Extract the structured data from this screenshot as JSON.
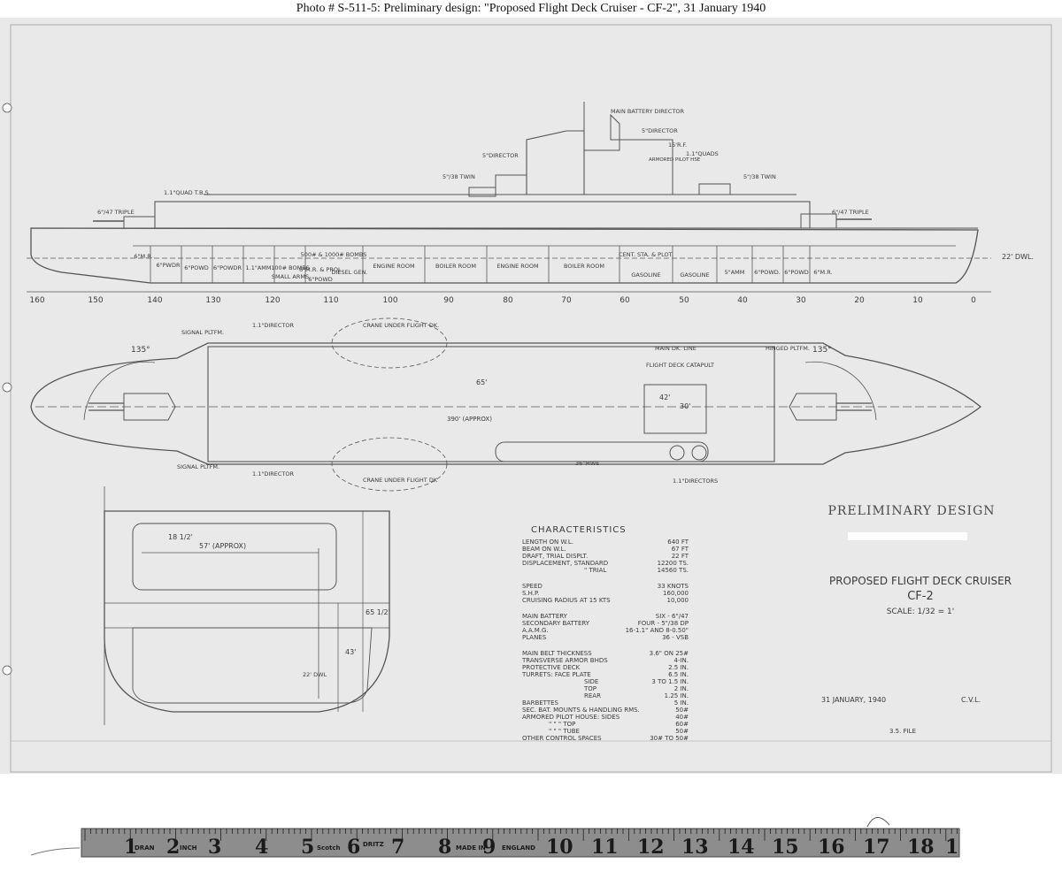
{
  "caption": "Photo # S-511-5:   Preliminary design:  \"Proposed Flight Deck Cruiser - CF-2\", 31 January 1940",
  "title_block": {
    "heading": "PRELIMINARY DESIGN",
    "title": "PROPOSED FLIGHT DECK CRUISER",
    "designation": "CF-2",
    "scale": "SCALE: 1/32 = 1'",
    "date": "31 JANUARY, 1940",
    "initials": "C.V.L.",
    "file_note": "3.5. FILE"
  },
  "profile": {
    "stations": [
      "160",
      "150",
      "140",
      "130",
      "120",
      "110",
      "100",
      "90",
      "80",
      "70",
      "60",
      "50",
      "40",
      "30",
      "20",
      "10",
      "0"
    ],
    "compartments": [
      "6\"M.R.",
      "6\"PWDR",
      "6\"POWD",
      "6\"POWDR",
      "1.1\"AMM",
      "100# BOMBS",
      "500# & 1000# BOMBS",
      "ENGINE ROOM",
      "BOILER ROOM",
      "ENGINE ROOM",
      "BOILER ROOM",
      "CENT. STA. & PLOT.",
      "GASOLINE",
      "GASOLINE",
      "5\"AMM",
      "6\"POWD.",
      "6\"POWD",
      "6\"M.R."
    ],
    "small_labels": [
      "SMALL ARMS",
      "6\"POWD",
      "6\"M.R. & PROJ.",
      "DIESEL GEN.",
      "22' DWL."
    ],
    "upper_labels": [
      "6\"/47 TRIPLE",
      "1.1\"QUAD T.B.S.",
      "5\"/38 TWIN",
      "5\"DIRECTOR",
      "MAIN BATTERY DIRECTOR",
      "5\"DIRECTOR",
      "15'R.F.",
      "ARMORED PILOT HSE",
      "1.1\"QUADS",
      "5\"/38 TWIN",
      "6\"/47 TRIPLE"
    ]
  },
  "plan": {
    "labels": [
      "SIGNAL PLTFM.",
      "1.1\"DIRECTOR",
      "CRANE UNDER FLIGHT DK.",
      "MAIN DK. LINE",
      "FLIGHT DECK CATAPULT",
      "HINGED PLTFM.",
      "135°",
      "135°",
      "65'",
      "390' (APPROX)",
      "42'",
      "30'",
      "SIGNAL PLTFM.",
      "1.1\"DIRECTOR",
      "CRANE UNDER FLIGHT DK",
      "36\"MWE",
      "1.1\"DIRECTORS"
    ]
  },
  "section": {
    "labels": [
      "18 1/2'",
      "57' (APPROX)",
      "65 1/2'",
      "43'",
      "22' DWL"
    ]
  },
  "characteristics": {
    "heading": "CHARACTERISTICS",
    "rows": [
      [
        "LENGTH ON W.L.",
        "640 FT"
      ],
      [
        "BEAM ON W.L.",
        "67 FT"
      ],
      [
        "DRAFT, TRIAL DISPLT.",
        "22 FT"
      ],
      [
        "DISPLACEMENT, STANDARD",
        "12200 TS."
      ],
      [
        "\" TRIAL",
        "14560 TS."
      ],
      [
        "",
        ""
      ],
      [
        "SPEED",
        "33 KNOTS"
      ],
      [
        "S.H.P.",
        "160,000"
      ],
      [
        "CRUISING RADIUS AT 15 KTS",
        "10,000"
      ],
      [
        "",
        ""
      ],
      [
        "MAIN BATTERY",
        "SIX - 6\"/47"
      ],
      [
        "SECONDARY BATTERY",
        "FOUR - 5\"/38 DP"
      ],
      [
        "A.A.M.G.",
        "16-1.1\" AND 8-0.50\""
      ],
      [
        "PLANES",
        "36 - VSB"
      ],
      [
        "",
        ""
      ],
      [
        "MAIN BELT THICKNESS",
        "3.6\" ON 25#"
      ],
      [
        "TRANSVERSE ARMOR BHDS",
        "4-IN."
      ],
      [
        "PROTECTIVE DECK",
        "2.5 IN."
      ],
      [
        "TURRETS:   FACE PLATE",
        "6.5 IN."
      ],
      [
        "SIDE",
        "3 TO 1.5 IN."
      ],
      [
        "TOP",
        "2 IN."
      ],
      [
        "REAR",
        "1.25 IN."
      ],
      [
        "BARBETTES",
        "5 IN."
      ],
      [
        "SEC. BAT. MOUNTS & HANDLING RMS.",
        "50#"
      ],
      [
        "ARMORED PILOT HOUSE:   SIDES",
        "40#"
      ],
      [
        "\"   \"   \"   TOP",
        "60#"
      ],
      [
        "\"   \"   \"   TUBE",
        "50#"
      ],
      [
        "OTHER CONTROL SPACES",
        "30# TO 50#"
      ]
    ]
  },
  "ruler": {
    "numbers": [
      "1",
      "2",
      "3",
      "4",
      "5",
      "6",
      "7",
      "8",
      "9",
      "10",
      "11",
      "12",
      "13",
      "14",
      "15",
      "16",
      "17",
      "18",
      "1"
    ],
    "print": [
      "DRAN",
      "INCH",
      "Scotch",
      "DRITZ",
      "MADE IN",
      "ENGLAND"
    ]
  },
  "colors": {
    "paper": "#e9e9e9",
    "ink": "#3a3a3a",
    "tape": "#8a8a8a",
    "tape_text": "#1a1a1a"
  }
}
